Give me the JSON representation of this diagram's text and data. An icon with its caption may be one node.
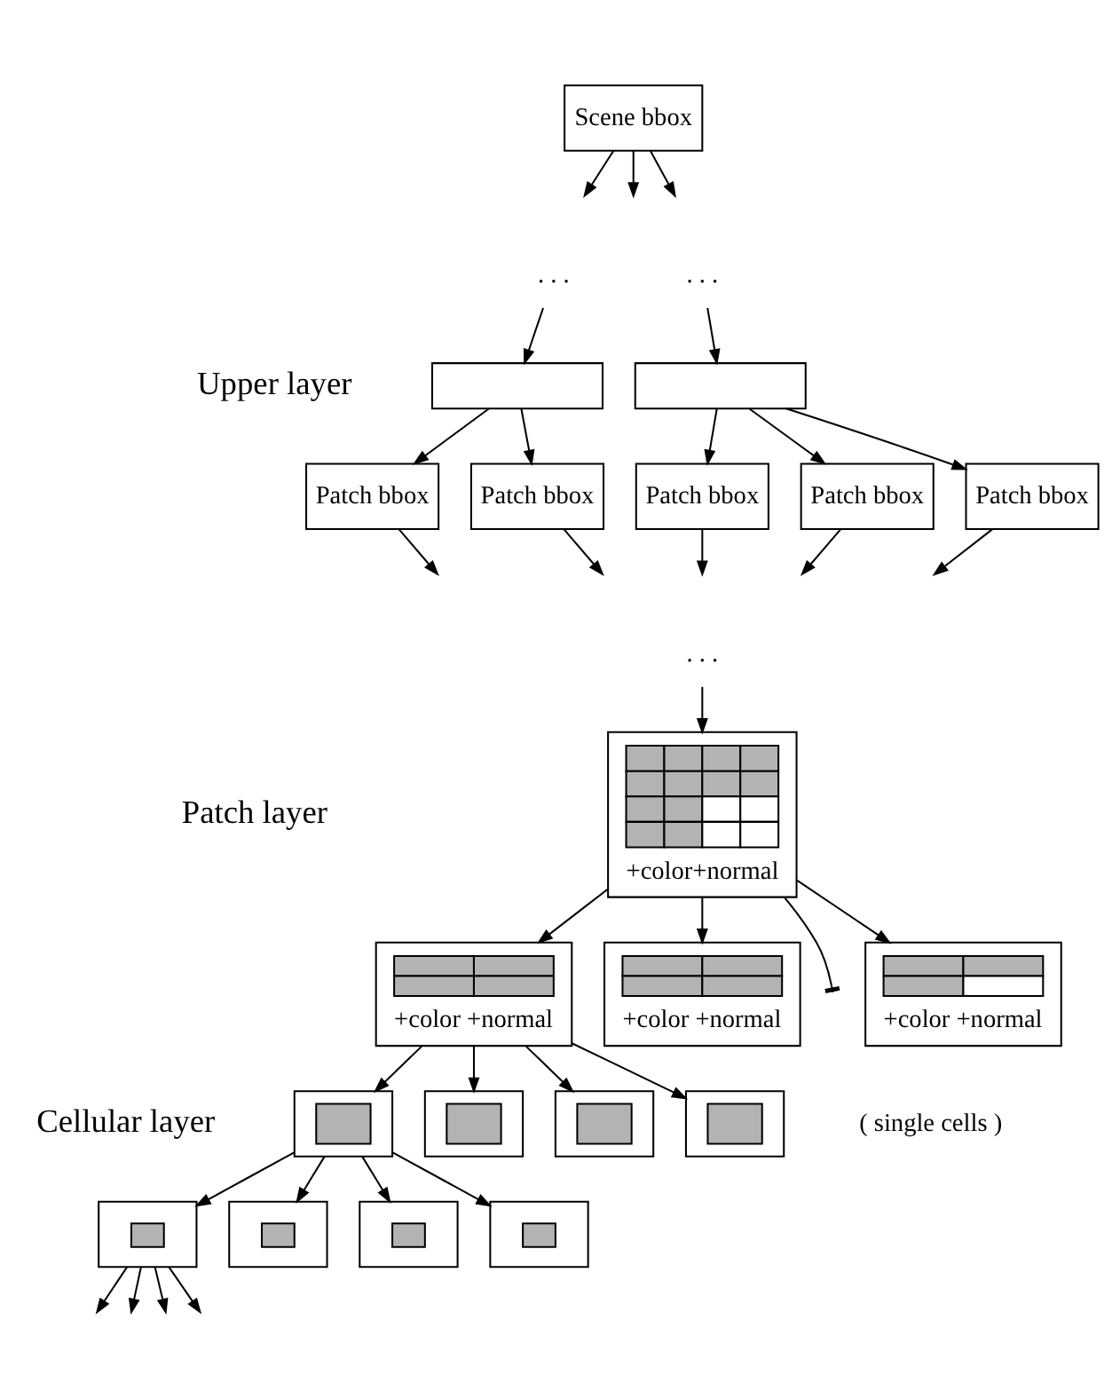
{
  "diagram": {
    "nodes": [
      {
        "text": [
          "Scene bbox"
        ]
      },
      {
        "text": [
          ". . ."
        ]
      },
      {
        "text": [
          ". . ."
        ]
      },
      {
        "text": [],
        "shape": "box"
      },
      {
        "text": [],
        "shape": "box"
      },
      {
        "text": [
          "Patch bbox"
        ]
      },
      {
        "text": [
          "Patch bbox"
        ]
      },
      {
        "text": [
          "Patch bbox"
        ]
      },
      {
        "text": [
          "Patch bbox"
        ]
      },
      {
        "text": [
          "Patch bbox"
        ]
      },
      {
        "text": [
          ". . ."
        ]
      },
      {
        "text": [
          "+color+normal"
        ]
      },
      {
        "text": [
          "+color +normal"
        ]
      },
      {
        "text": [
          "+color +normal"
        ]
      },
      {
        "text": [
          "+color +normal"
        ]
      },
      {
        "text": [],
        "shape": "picture"
      },
      {
        "text": [],
        "shape": "picture"
      },
      {
        "text": [],
        "shape": "picture"
      },
      {
        "text": [],
        "shape": "picture"
      },
      {
        "text": [],
        "shape": "picture"
      },
      {
        "text": [],
        "shape": "picture"
      },
      {
        "text": [],
        "shape": "picture"
      },
      {
        "text": [],
        "shape": "picture"
      }
    ],
    "edges": [
      {
        "from": 0,
        "to": null,
        "arrow": "to"
      },
      {
        "from": 0,
        "to": null,
        "arrow": "to"
      },
      {
        "from": 0,
        "to": null,
        "arrow": "to"
      },
      {
        "from": 1,
        "to": 3,
        "arrow": "to"
      },
      {
        "from": 2,
        "to": 4,
        "arrow": "to"
      },
      {
        "from": 3,
        "to": 5,
        "arrow": "to"
      },
      {
        "from": 3,
        "to": 6,
        "arrow": "to"
      },
      {
        "from": 4,
        "to": 7,
        "arrow": "to"
      },
      {
        "from": 4,
        "to": 8,
        "arrow": "to"
      },
      {
        "from": 4,
        "to": 9,
        "arrow": "to"
      },
      {
        "from": 5,
        "to": null,
        "arrow": "to"
      },
      {
        "from": 6,
        "to": null,
        "arrow": "to"
      },
      {
        "from": 7,
        "to": null,
        "arrow": "to"
      },
      {
        "from": 8,
        "to": null,
        "arrow": "to"
      },
      {
        "from": 9,
        "to": null,
        "arrow": "to"
      },
      {
        "from": 10,
        "to": 11,
        "arrow": "to"
      },
      {
        "from": 11,
        "to": 12,
        "arrow": "to"
      },
      {
        "from": 11,
        "to": 13,
        "arrow": "to"
      },
      {
        "from": 11,
        "to": null,
        "arrow": "other"
      },
      {
        "from": 11,
        "to": 14,
        "arrow": "to"
      },
      {
        "from": 12,
        "to": 15,
        "arrow": "to"
      },
      {
        "from": 12,
        "to": 16,
        "arrow": "to"
      },
      {
        "from": 12,
        "to": 17,
        "arrow": "to"
      },
      {
        "from": 12,
        "to": 18,
        "arrow": "to"
      },
      {
        "from": 15,
        "to": 19,
        "arrow": "to"
      },
      {
        "from": 15,
        "to": 20,
        "arrow": "to"
      },
      {
        "from": 15,
        "to": 21,
        "arrow": "to"
      },
      {
        "from": 15,
        "to": 22,
        "arrow": "to"
      },
      {
        "from": 19,
        "to": null,
        "arrow": "to"
      },
      {
        "from": 19,
        "to": null,
        "arrow": "to"
      },
      {
        "from": 19,
        "to": null,
        "arrow": "to"
      },
      {
        "from": 19,
        "to": null,
        "arrow": "to"
      }
    ],
    "labels": [
      "Upper layer",
      "Patch layer",
      "Cellular layer",
      "( single cells )"
    ]
  }
}
